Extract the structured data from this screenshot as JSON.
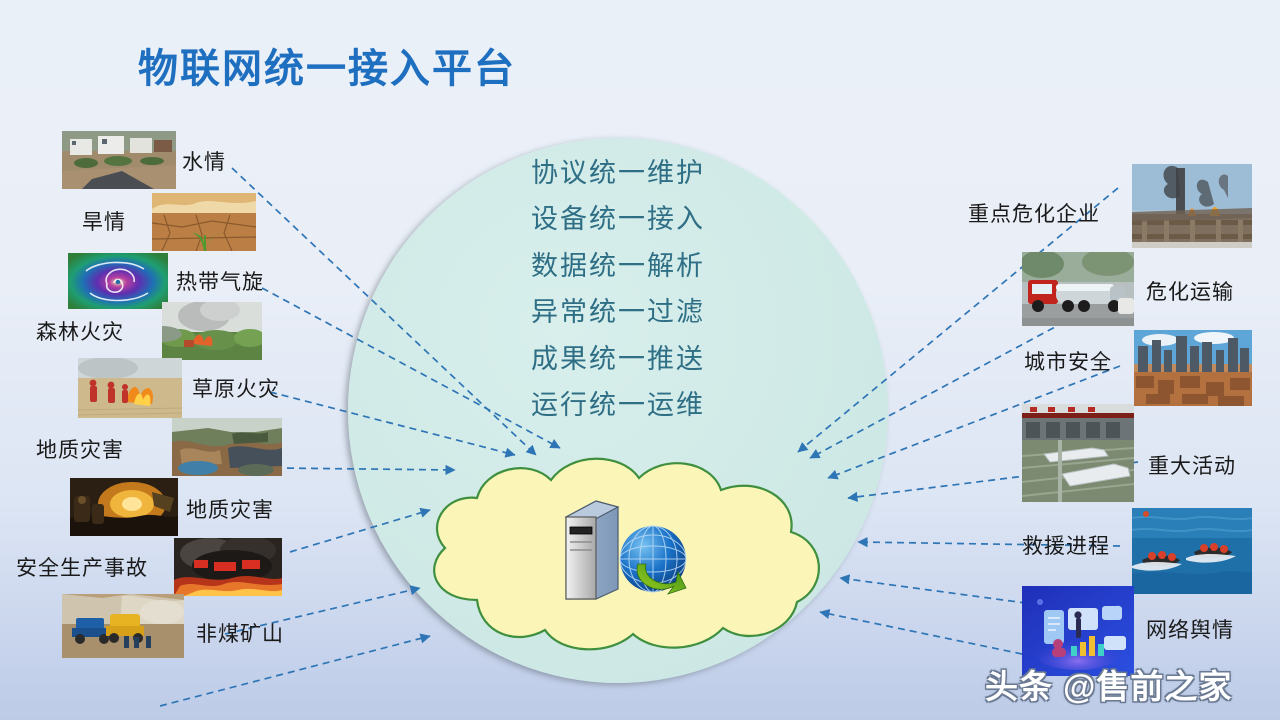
{
  "page": {
    "title": "物联网统一接入平台",
    "title_color": "#1f6fc0",
    "background_top": "#eaf0f8",
    "background_bottom": "#bdcbe8"
  },
  "center": {
    "circle_color": "#cfe9e6",
    "cloud_color": "#fbf6b8",
    "cloud_border": "#3f8f3f",
    "text_color": "#2f6f86",
    "lines": [
      "协议统一维护",
      "设备统一接入",
      "数据统一解析",
      "异常统一过滤",
      "成果统一推送",
      "运行统一运维"
    ],
    "icons": [
      {
        "name": "server-icon"
      },
      {
        "name": "globe-icon"
      }
    ]
  },
  "left_items": [
    {
      "label": "水情",
      "image": "flood-photo"
    },
    {
      "label": "旱情",
      "image": "drought-photo"
    },
    {
      "label": "热带气旋",
      "image": "tropical-cyclone-photo"
    },
    {
      "label": "森林火灾",
      "image": "forest-fire-photo"
    },
    {
      "label": "草原火灾",
      "image": "grassland-fire-photo"
    },
    {
      "label": "地质灾害",
      "image": "geological-disaster-photo"
    },
    {
      "label": "地质灾害",
      "image": "mine-tunnel-photo"
    },
    {
      "label": "安全生产事故",
      "image": "industrial-accident-photo"
    },
    {
      "label": "非煤矿山",
      "image": "non-coal-mine-photo"
    }
  ],
  "right_items": [
    {
      "label": "重点危化企业",
      "image": "chemical-plant-photo"
    },
    {
      "label": "危化运输",
      "image": "tanker-truck-photo"
    },
    {
      "label": "城市安全",
      "image": "city-skyline-photo"
    },
    {
      "label": "重大活动",
      "image": "railway-station-photo"
    },
    {
      "label": "救援进程",
      "image": "rescue-boats-photo"
    },
    {
      "label": "网络舆情",
      "image": "online-opinion-photo"
    }
  ],
  "watermark": {
    "text": "头条 @售前之家"
  },
  "connector": {
    "color": "#2e75b6",
    "style": "dashed-arrow"
  }
}
